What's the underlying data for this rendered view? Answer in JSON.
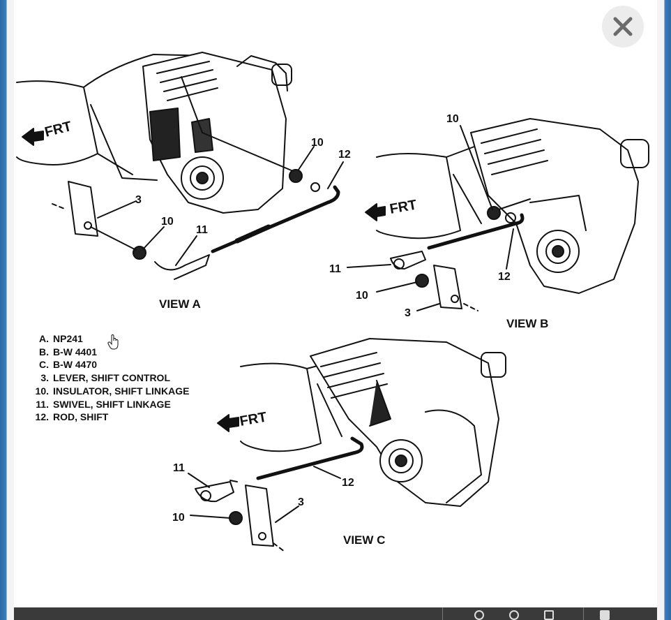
{
  "legend": [
    {
      "key": "A.",
      "text": "NP241"
    },
    {
      "key": "B.",
      "text": "B-W 4401"
    },
    {
      "key": "C.",
      "text": "B-W 4470"
    },
    {
      "key": "3.",
      "text": "LEVER, SHIFT CONTROL"
    },
    {
      "key": "10.",
      "text": "INSULATOR, SHIFT LINKAGE"
    },
    {
      "key": "11.",
      "text": "SWIVEL, SHIFT LINKAGE"
    },
    {
      "key": "12.",
      "text": "ROD, SHIFT"
    }
  ],
  "views": {
    "a": {
      "title": "VIEW A",
      "frt": "FRT",
      "callouts": [
        "3",
        "10",
        "11",
        "10",
        "12"
      ]
    },
    "b": {
      "title": "VIEW B",
      "frt": "FRT",
      "callouts": [
        "10",
        "11",
        "10",
        "3",
        "12"
      ]
    },
    "c": {
      "title": "VIEW C",
      "frt": "FRT",
      "callouts": [
        "11",
        "10",
        "3",
        "12"
      ]
    }
  },
  "colors": {
    "accent_frame": "#2e6ea8",
    "ink": "#111111",
    "paper": "#ffffff"
  },
  "icons": {
    "close": "close-icon",
    "cursor": "hand-cursor-icon"
  }
}
